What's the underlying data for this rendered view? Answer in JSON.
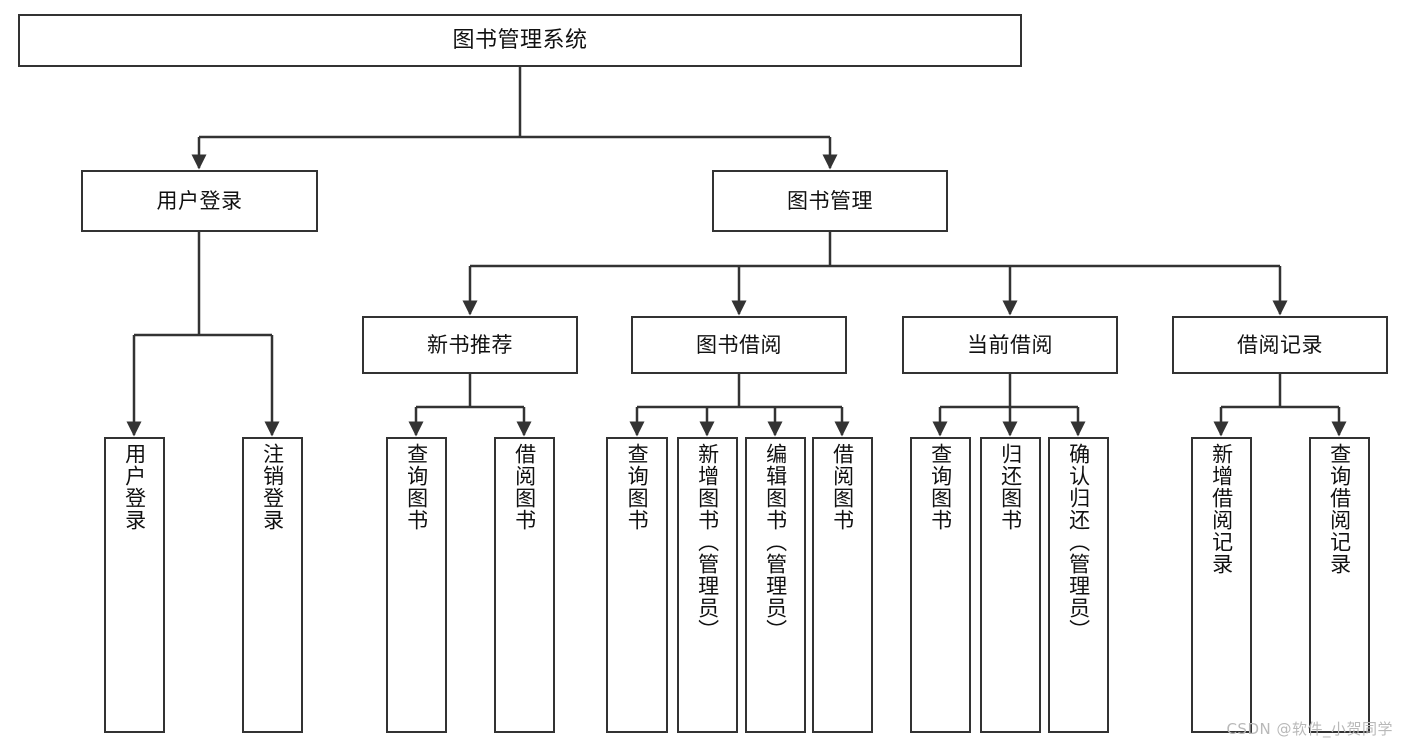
{
  "diagram": {
    "title": "图书管理系统",
    "type": "functional-structure-tree",
    "orientation": "top-down",
    "levels": 4
  },
  "nodes": {
    "root": {
      "label": "图书管理系统"
    },
    "level2": [
      {
        "id": "user-login",
        "label": "用户登录"
      },
      {
        "id": "book-manage",
        "label": "图书管理"
      }
    ],
    "level3": [
      {
        "id": "new-book-recommend",
        "label": "新书推荐"
      },
      {
        "id": "book-borrow",
        "label": "图书借阅"
      },
      {
        "id": "current-borrow",
        "label": "当前借阅"
      },
      {
        "id": "borrow-record",
        "label": "借阅记录"
      }
    ],
    "leaves": {
      "user_login": [
        {
          "id": "leaf-user-login",
          "label": "用户登录"
        },
        {
          "id": "leaf-user-logout",
          "label": "注销登录"
        }
      ],
      "new_book_recommend": [
        {
          "id": "leaf-query-book-1",
          "label": "查询图书"
        },
        {
          "id": "leaf-borrow-book-1",
          "label": "借阅图书"
        }
      ],
      "book_borrow": [
        {
          "id": "leaf-query-book-2",
          "label": "查询图书"
        },
        {
          "id": "leaf-add-book",
          "label": "新增图书（管理员）"
        },
        {
          "id": "leaf-edit-book",
          "label": "编辑图书（管理员）"
        },
        {
          "id": "leaf-borrow-book-2",
          "label": "借阅图书"
        }
      ],
      "current_borrow": [
        {
          "id": "leaf-query-book-3",
          "label": "查询图书"
        },
        {
          "id": "leaf-return-book",
          "label": "归还图书"
        },
        {
          "id": "leaf-confirm-return",
          "label": "确认归还（管理员）"
        }
      ],
      "borrow_record": [
        {
          "id": "leaf-add-record",
          "label": "新增借阅记录"
        },
        {
          "id": "leaf-query-record",
          "label": "查询借阅记录"
        }
      ]
    }
  },
  "watermark": {
    "text": "CSDN @软件_小贺同学"
  },
  "colors": {
    "stroke": "#333333",
    "fill": "#ffffff",
    "text": "#111111",
    "watermark": "#b9b9b9"
  }
}
